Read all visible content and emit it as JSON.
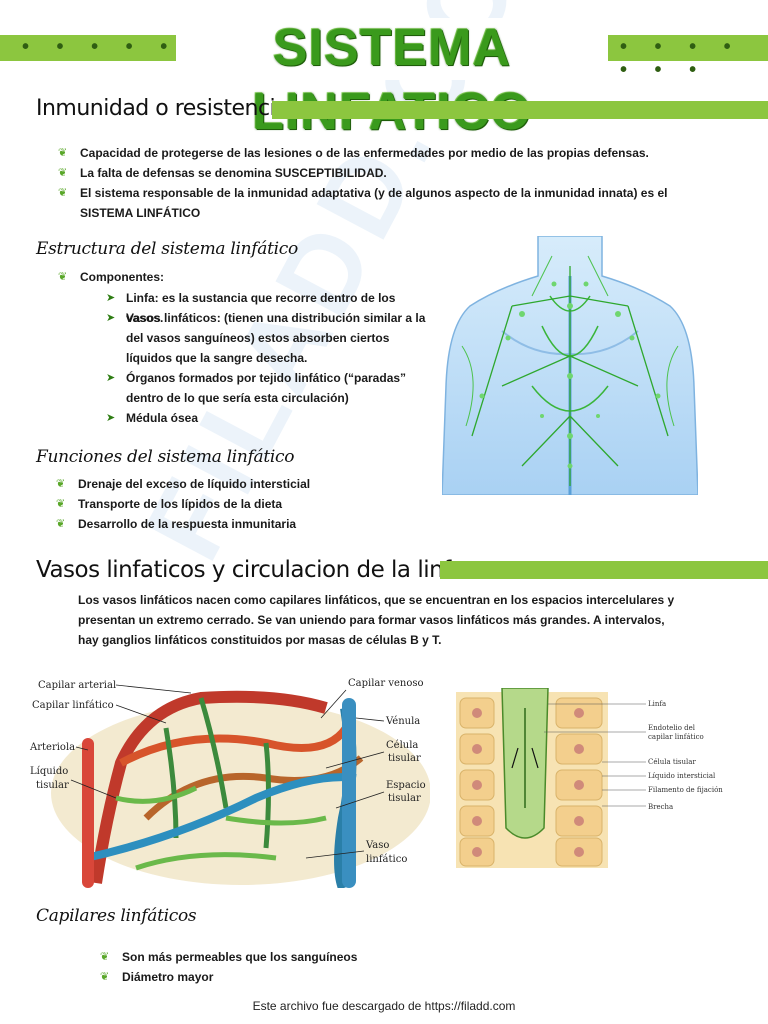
{
  "header": {
    "title": "SISTEMA LINFATICO",
    "dots_left": "• • • • • •",
    "dots_right": "• • • • • • •"
  },
  "section1": {
    "title": "Inmunidad o resistencia",
    "bullets": [
      "Capacidad de protegerse de las lesiones o de las enfermedades por medio de las propias defensas.",
      "La falta de defensas se denomina SUSCEPTIBILIDAD.",
      "El sistema responsable de la inmunidad adaptativa (y de algunos aspecto de la inmunidad innata) es el SISTEMA LINFÁTICO"
    ]
  },
  "structure": {
    "title": "Estructura del sistema linfático",
    "components_label": "Componentes:",
    "items": [
      "Linfa: es la sustancia que recorre dentro de los vasos.",
      "Vasos linfáticos: (tienen una distribución similar a la del vasos sanguíneos) estos absorben ciertos líquidos que la sangre desecha.",
      "Órganos formados por tejido linfático (“paradas” dentro de lo que sería esta circulación)",
      "Médula ósea"
    ]
  },
  "functions": {
    "title": "Funciones del sistema linfático",
    "bullets": [
      "Drenaje del exceso de líquido intersticial",
      "Transporte de los lípidos de la dieta",
      "Desarrollo de la respuesta inmunitaria"
    ]
  },
  "vessels": {
    "title": "Vasos linfaticos y circulacion de la linfa",
    "paragraph": "Los vasos linfáticos nacen como capilares linfáticos, que se encuentran en los espacios intercelulares y presentan un extremo cerrado. Se van uniendo para formar vasos linfáticos más grandes. A intervalos, hay ganglios linfáticos constituidos por masas de células B y T."
  },
  "diagram1_labels": {
    "capilar_arterial": "Capilar arterial",
    "capilar_linfatico": "Capilar linfático",
    "arteriola": "Arteriola",
    "liquido": "Líquido",
    "tisular": "tisular",
    "capilar_venoso": "Capilar venoso",
    "venula": "Vénula",
    "celula": "Célula",
    "celula_tisular": "tisular",
    "espacio": "Espacio",
    "espacio_tisular": "tisular",
    "vaso": "Vaso",
    "vaso_linfatico": "linfático"
  },
  "diagram2_labels": {
    "linfa": "Linfa",
    "endotelio": "Endotelio del",
    "endotelio2": "capilar linfático",
    "celula_tisular": "Célula tisular",
    "liquido_intersticial": "Líquido intersticial",
    "filamento": "Filamento de fijación",
    "brecha": "Brecha"
  },
  "capillaries": {
    "title": "Capilares linfáticos",
    "bullets": [
      "Son más permeables que los sanguíneos",
      "Diámetro mayor"
    ]
  },
  "watermark": "FILADD.COM",
  "footer": "Este archivo fue descargado de https://filadd.com",
  "colors": {
    "accent": "#8cc63f",
    "title_green": "#3a9a1c",
    "icon_green": "#5aa72a"
  },
  "icons": {
    "bullet": "leaf-icon",
    "sub_bullet": "arrow-right-icon"
  }
}
